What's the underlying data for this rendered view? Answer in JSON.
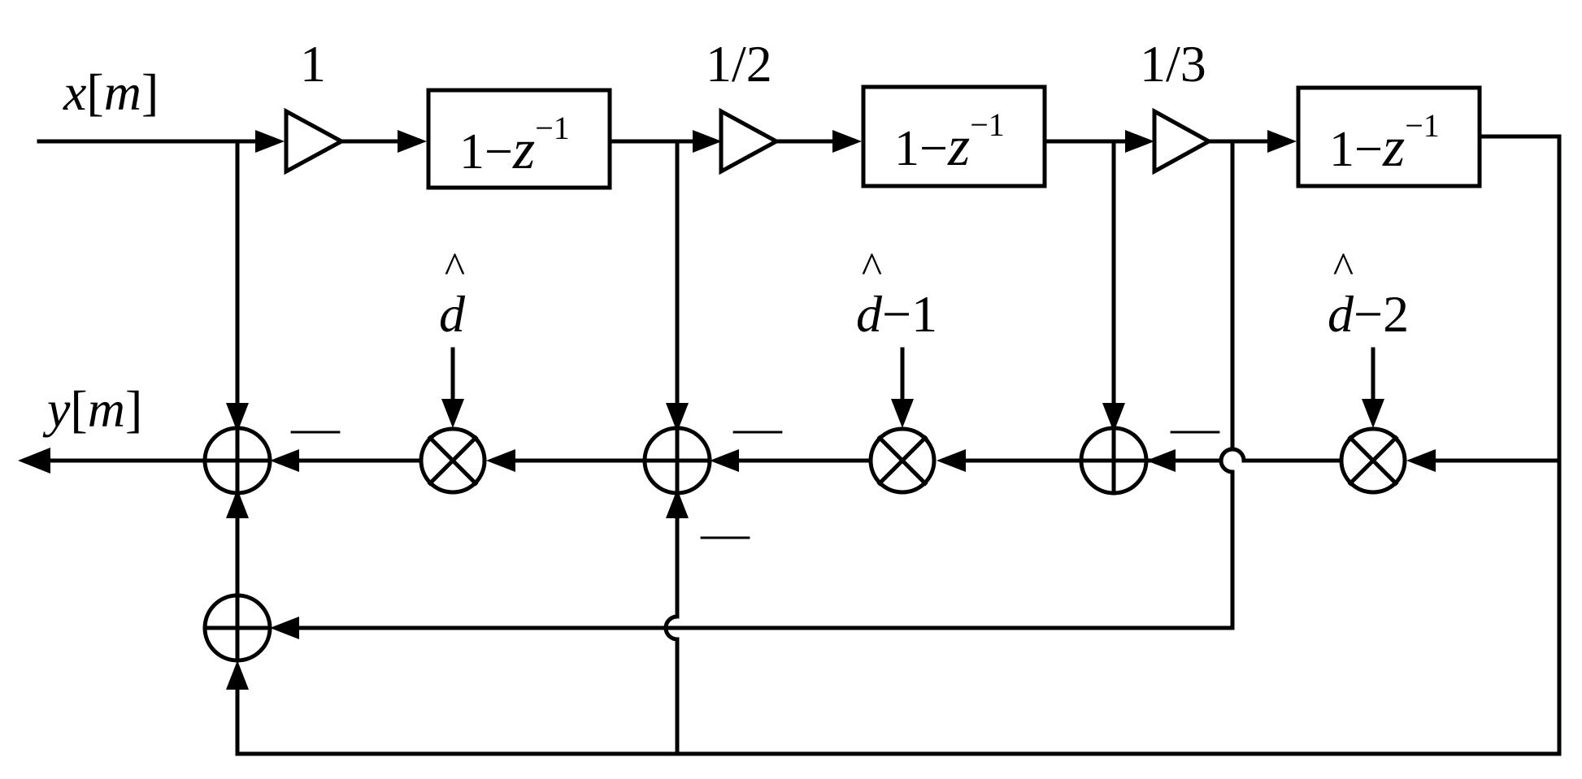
{
  "signals": {
    "input": {
      "name": "x",
      "open": "[",
      "index": "m",
      "close": "]"
    },
    "output": {
      "name": "y",
      "open": "[",
      "index": "m",
      "close": "]"
    }
  },
  "gains": [
    {
      "label": "1"
    },
    {
      "label": "1/2"
    },
    {
      "label": "1/3"
    }
  ],
  "delay_blocks": [
    {
      "prefix": "1",
      "op": "−",
      "var": "z",
      "exp": "−1"
    },
    {
      "prefix": "1",
      "op": "−",
      "var": "z",
      "exp": "−1"
    },
    {
      "prefix": "1",
      "op": "−",
      "var": "z",
      "exp": "−1"
    }
  ],
  "multipliers": [
    {
      "var": "d",
      "hat": "^",
      "suffix": ""
    },
    {
      "var": "d",
      "hat": "^",
      "suffix": "−1"
    },
    {
      "var": "d",
      "hat": "^",
      "suffix": "−2"
    }
  ],
  "sign_marks": [
    {
      "text": "—"
    },
    {
      "text": "—"
    },
    {
      "text": "—"
    },
    {
      "text": "—"
    }
  ]
}
